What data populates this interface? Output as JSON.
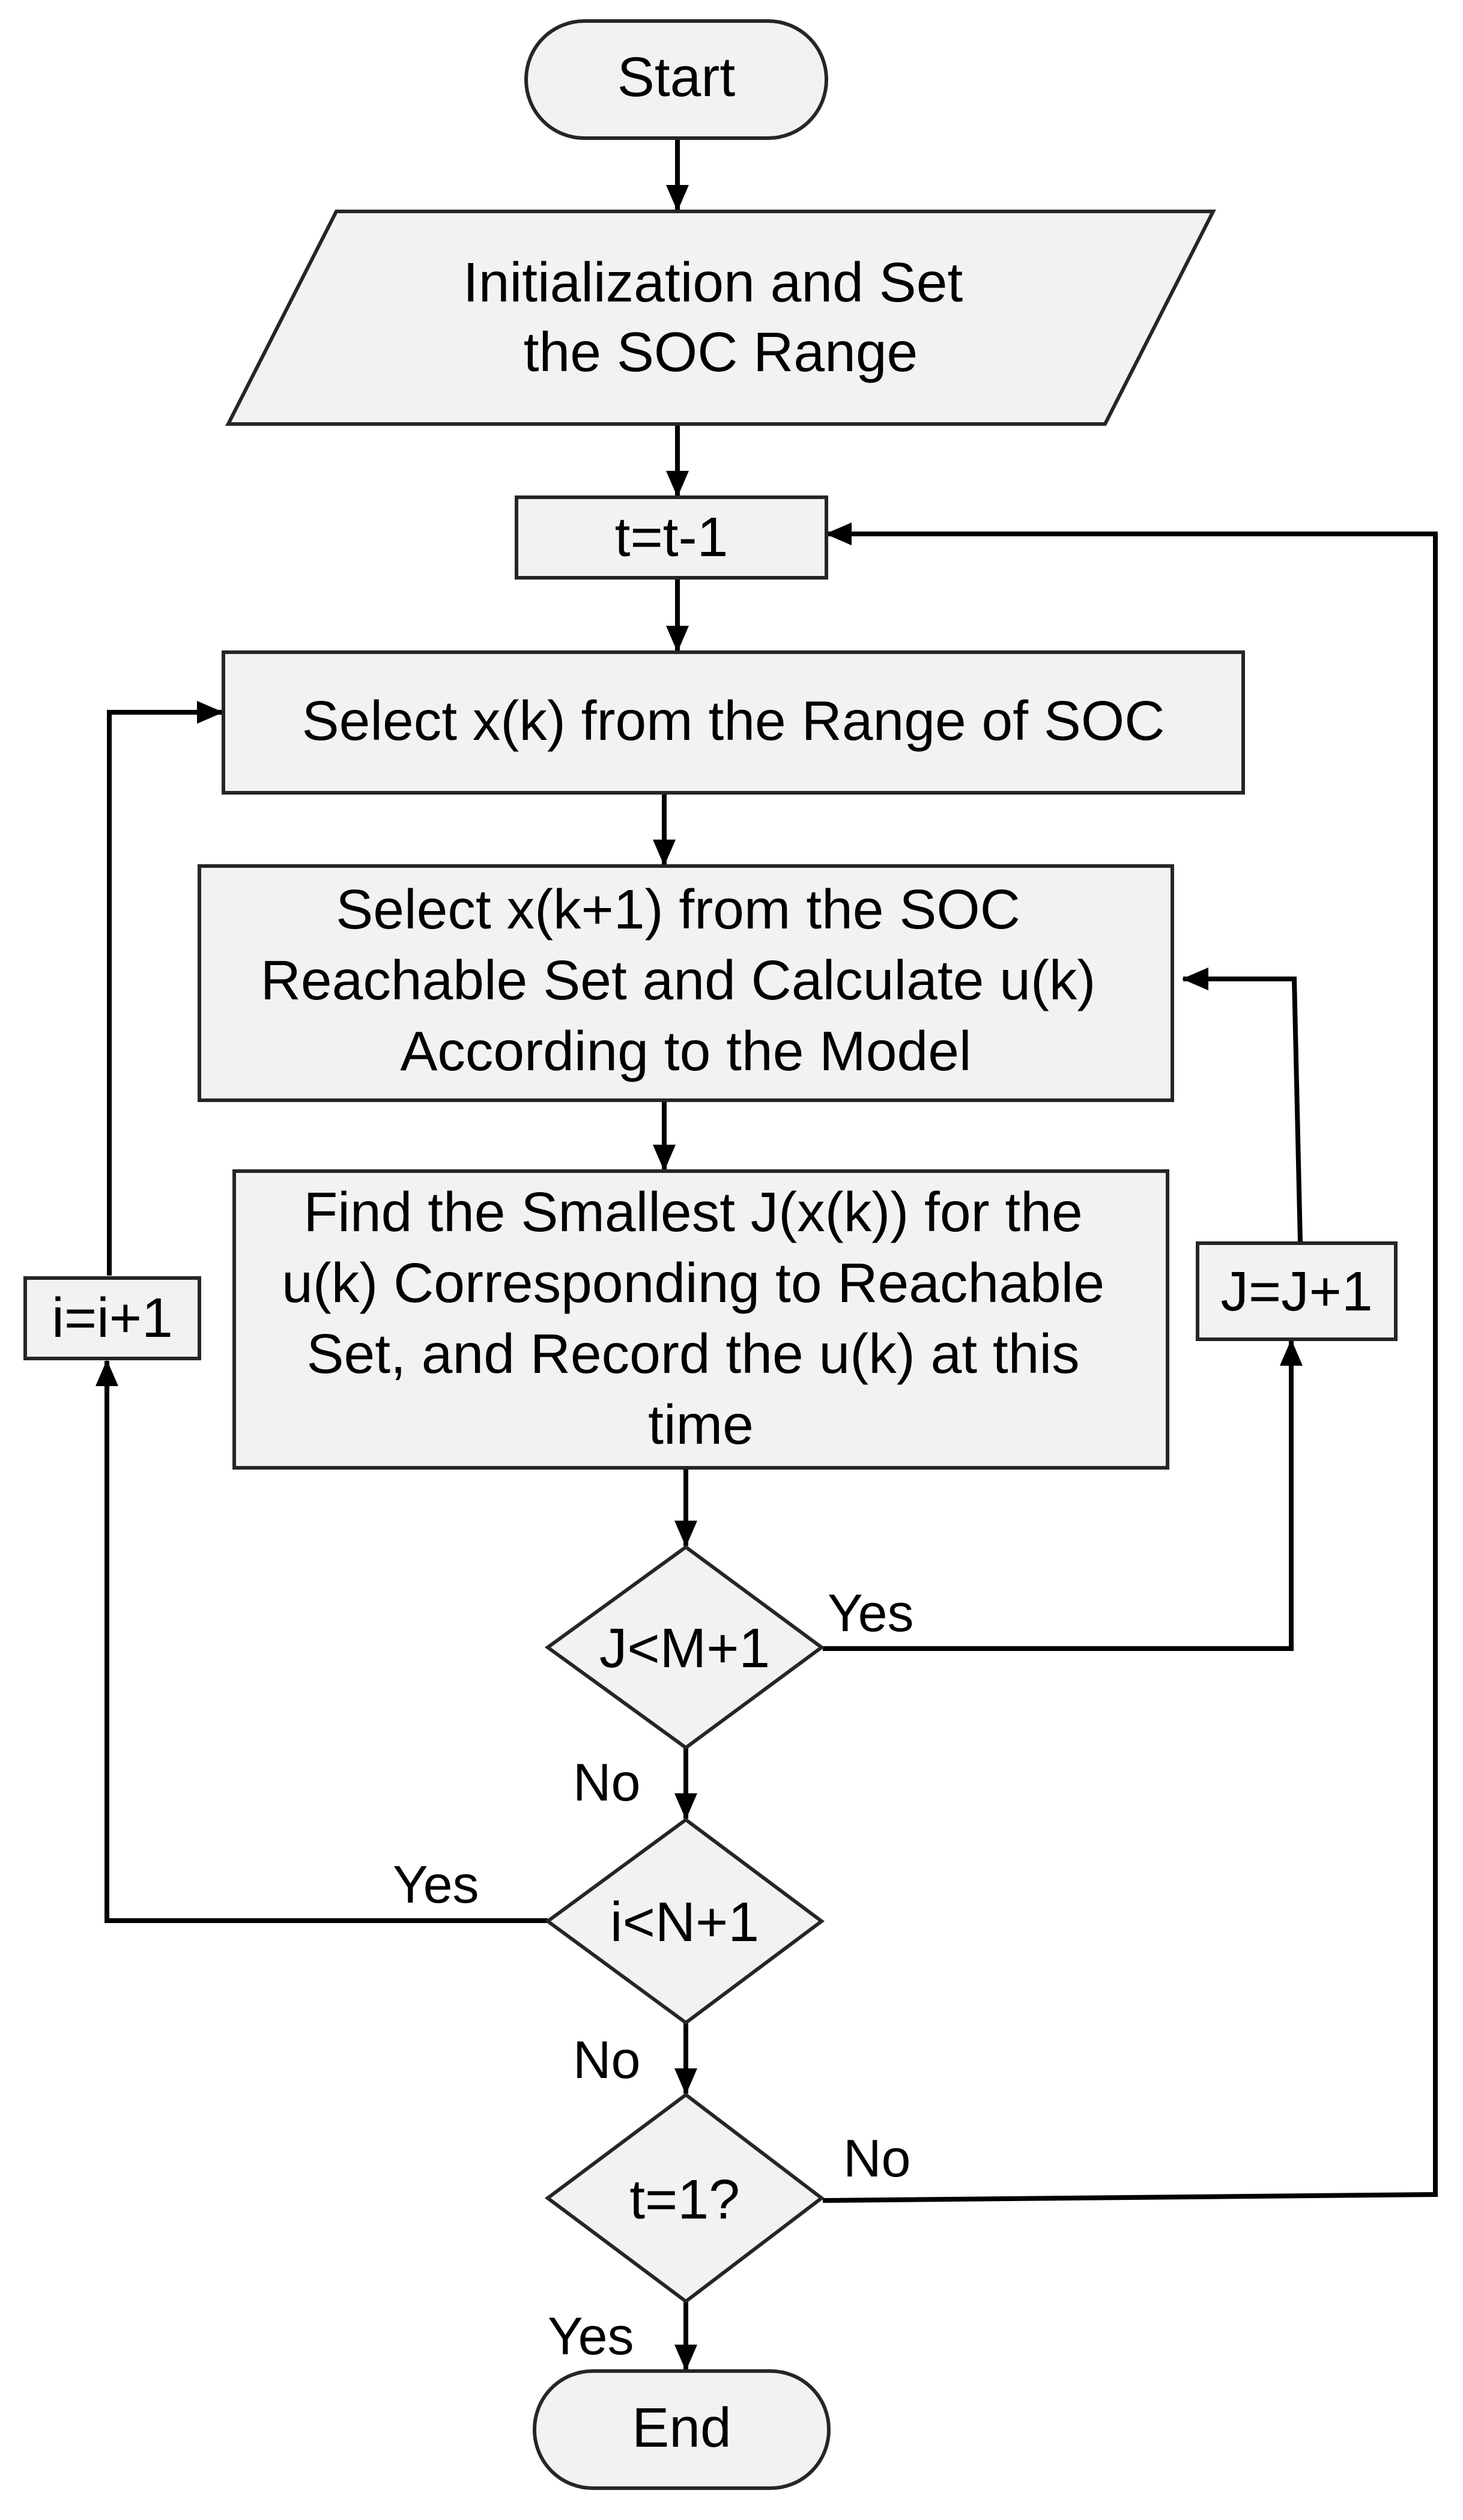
{
  "nodes": {
    "start": {
      "label": "Start"
    },
    "init": {
      "lines": [
        "Initialization and Set",
        "the SOC Range"
      ]
    },
    "t_dec": {
      "label": "t=t-1"
    },
    "select_xk": {
      "label": "Select x(k) from the Range of SOC"
    },
    "select_xk1": {
      "lines": [
        "Select x(k+1) from the SOC",
        "Reachable Set and Calculate u(k)",
        "According to the Model"
      ]
    },
    "find_j": {
      "lines": [
        "Find the Smallest J(x(k)) for the",
        "u(k) Corresponding to Reachable",
        "Set, and Record the u(k) at this",
        "time"
      ]
    },
    "i_inc": {
      "label": "i=i+1"
    },
    "j_inc": {
      "label": "J=J+1"
    },
    "cond_j": {
      "label": "J<M+1"
    },
    "cond_i": {
      "label": "i<N+1"
    },
    "cond_t": {
      "label": "t=1?"
    },
    "end": {
      "label": "End"
    }
  },
  "edges": {
    "cond_j_yes": "Yes",
    "cond_j_no": "No",
    "cond_i_yes": "Yes",
    "cond_i_no": "No",
    "cond_t_no": "No",
    "cond_t_yes": "Yes"
  }
}
